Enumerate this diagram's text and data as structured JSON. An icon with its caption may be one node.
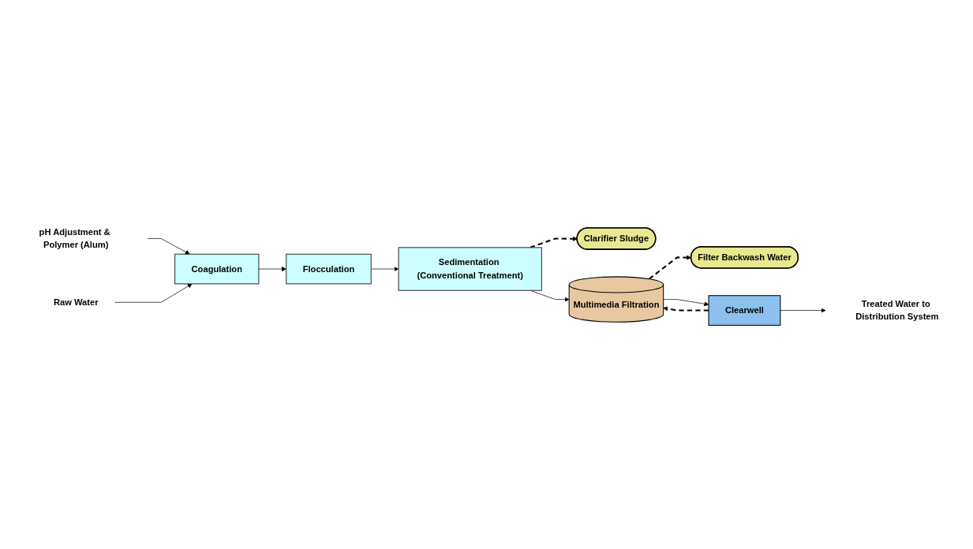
{
  "diagram": {
    "nodes": [
      {
        "text": [
          "pH Adjustment & Polymer (Alum)"
        ]
      },
      {
        "text": [
          "Raw Water"
        ]
      },
      {
        "text": [
          "Coagulation"
        ]
      },
      {
        "text": [
          "Flocculation"
        ]
      },
      {
        "text": [
          "Sedimentation (Conventional Treatment)"
        ]
      },
      {
        "text": [
          "Filter Backwash Water"
        ]
      },
      {
        "text": [
          "Clarifier Sludge"
        ]
      },
      {
        "text": [
          "Multimedia Filtration"
        ]
      },
      {
        "text": [
          "Clearwell"
        ]
      },
      {
        "text": [
          "Treated Water to Distribution System"
        ]
      }
    ],
    "edges": [
      {
        "from": 0,
        "to": 2,
        "arrow": "to"
      },
      {
        "from": 1,
        "to": 2,
        "arrow": "to"
      },
      {
        "from": 2,
        "to": 3,
        "arrow": "to"
      },
      {
        "from": 3,
        "to": 4,
        "arrow": "to"
      },
      {
        "from": 4,
        "to": 7,
        "arrow": "to"
      },
      {
        "from": 7,
        "to": 5,
        "arrow": "to",
        "style": "dashed"
      },
      {
        "from": 4,
        "to": 6,
        "arrow": "to",
        "style": "dashed"
      },
      {
        "from": 7,
        "to": 8,
        "arrow": "to"
      },
      {
        "from": 8,
        "to": 7,
        "arrow": "to",
        "style": "dashed"
      },
      {
        "from": 8,
        "to": 9,
        "arrow": "to"
      }
    ]
  }
}
